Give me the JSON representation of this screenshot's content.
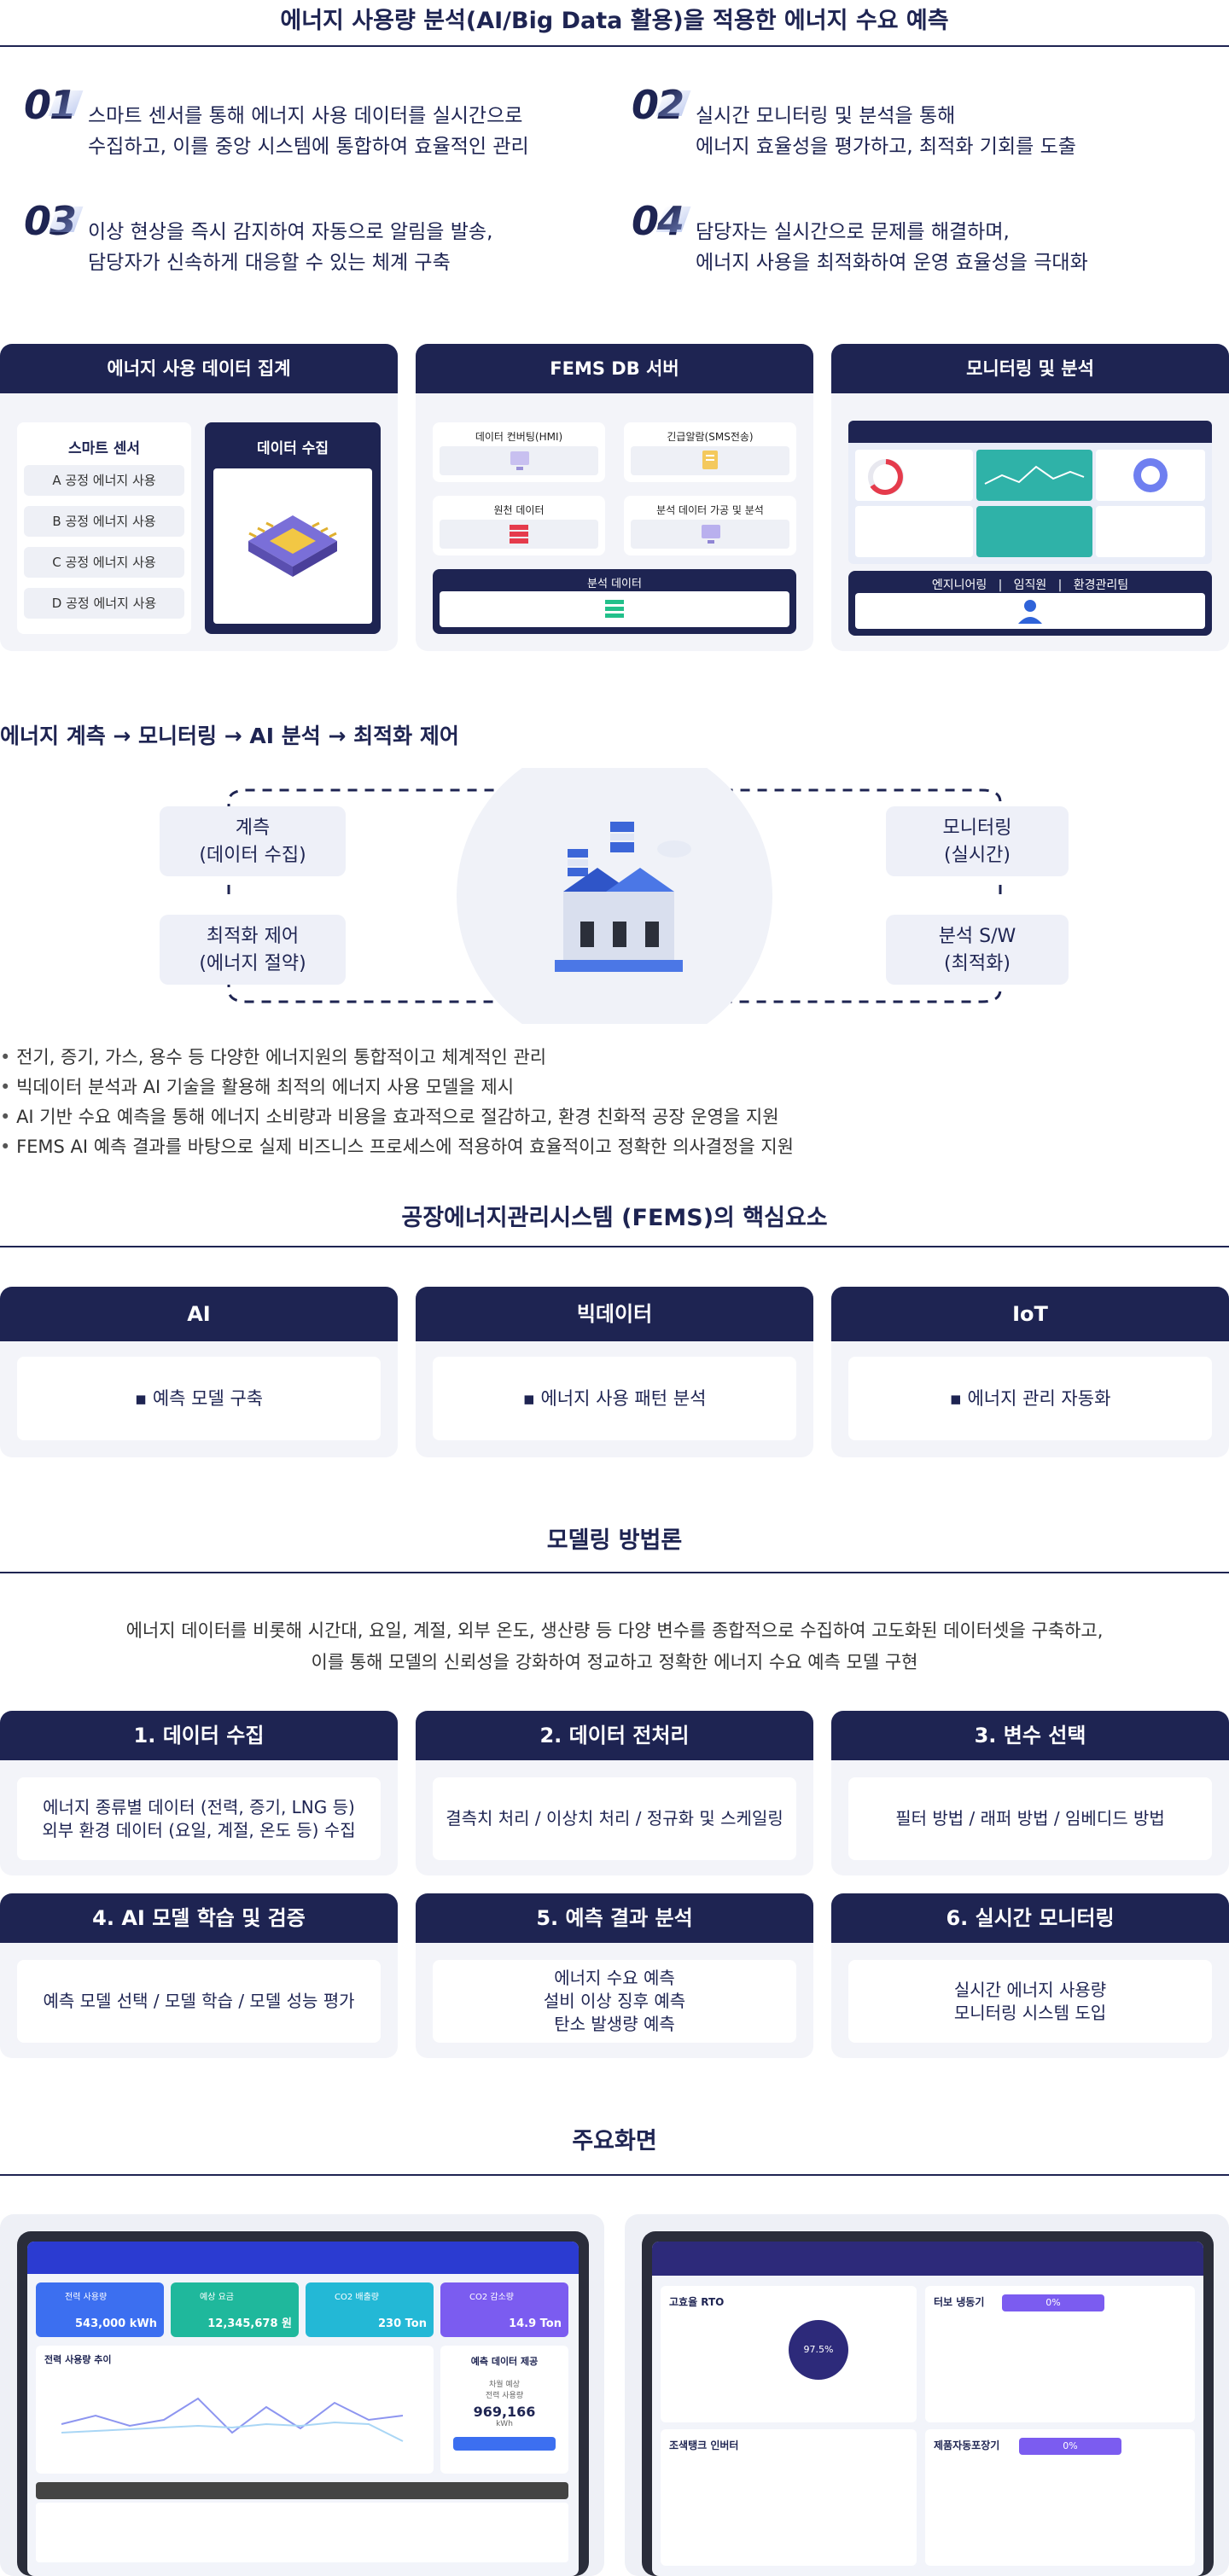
{
  "header": {
    "title": "에너지 사용량 분석(AI/Big Data 활용)을 적용한 에너지 수요 예측"
  },
  "steps": [
    {
      "num": "01",
      "line1": "스마트 센서를 통해 에너지 사용 데이터를 실시간으로",
      "line2": "수집하고, 이를 중앙 시스템에 통합하여 효율적인 관리"
    },
    {
      "num": "02",
      "line1": "실시간 모니터링 및 분석을 통해",
      "line2": "에너지 효율성을 평가하고, 최적화 기회를 도출"
    },
    {
      "num": "03",
      "line1": "이상 현상을 즉시 감지하여 자동으로 알림을 발송,",
      "line2": "담당자가 신속하게 대응할 수 있는 체계 구축"
    },
    {
      "num": "04",
      "line1": "담당자는 실시간으로 문제를 해결하며,",
      "line2": "에너지 사용을 최적화하여 운영 효율성을 극대화"
    }
  ],
  "arch": {
    "col1": {
      "title": "에너지 사용 데이터 집계",
      "sensor_title": "스마트 센서",
      "items": [
        "A 공정 에너지 사용",
        "B 공정 에너지 사용",
        "C 공정 에너지 사용",
        "D 공정 에너지 사용"
      ],
      "collect_title": "데이터 수집"
    },
    "col2": {
      "title": "FEMS DB 서버",
      "boxes": [
        "데이터 컨버팅(HMI)",
        "긴급알람(SMS전송)",
        "원천 데이터",
        "분석 데이터 가공 및 분석"
      ],
      "bottom": "분석 데이터"
    },
    "col3": {
      "title": "모니터링 및 분석",
      "roles": [
        "엔지니어링",
        "|",
        "임직원",
        "|",
        "환경관리팀"
      ]
    }
  },
  "flow": {
    "title": "에너지 계측 → 모니터링 → AI 분석 → 최적화 제어",
    "nodes": [
      {
        "l1": "계측",
        "l2": "(데이터 수집)"
      },
      {
        "l1": "모니터링",
        "l2": "(실시간)"
      },
      {
        "l1": "최적화 제어",
        "l2": "(에너지 절약)"
      },
      {
        "l1": "분석 S/W",
        "l2": "(최적화)"
      }
    ]
  },
  "bullets": [
    "전기, 증기, 가스, 용수 등 다양한 에너지원의 통합적이고 체계적인 관리",
    "빅데이터 분석과 AI 기술을 활용해 최적의 에너지 사용 모델을 제시",
    "AI 기반 수요 예측을 통해 에너지 소비량과 비용을 효과적으로 절감하고, 환경 친화적 공장 운영을 지원",
    "FEMS AI 예측 결과를 바탕으로 실제 비즈니스 프로세스에 적용하여 효율적이고 정확한 의사결정을 지원"
  ],
  "core": {
    "title": "공장에너지관리시스템 (FEMS)의 핵심요소",
    "items": [
      {
        "head": "AI",
        "body": "▪ 예측 모델 구축"
      },
      {
        "head": "빅데이터",
        "body": "▪ 에너지 사용 패턴 분석"
      },
      {
        "head": "IoT",
        "body": "▪ 에너지 관리 자동화"
      }
    ]
  },
  "method": {
    "title": "모델링 방법론",
    "desc1": "에너지 데이터를 비롯해 시간대, 요일, 계절, 외부 온도, 생산량 등 다양 변수를 종합적으로 수집하여 고도화된 데이터셋을 구축하고,",
    "desc2": "이를 통해 모델의 신뢰성을 강화하여 정교하고 정확한 에너지 수요 예측 모델 구현",
    "cards": [
      {
        "head": "1. 데이터 수집",
        "l1": "에너지 종류별 데이터 (전력, 증기, LNG 등)",
        "l2": "외부 환경 데이터 (요일, 계절, 온도 등) 수집",
        "l3": ""
      },
      {
        "head": "2. 데이터 전처리",
        "l1": "결측치 처리 / 이상치 처리 / 정규화 및 스케일링",
        "l2": "",
        "l3": ""
      },
      {
        "head": "3. 변수 선택",
        "l1": "필터 방법 / 래퍼 방법 / 임베디드 방법",
        "l2": "",
        "l3": ""
      },
      {
        "head": "4. AI 모델 학습 및 검증",
        "l1": "예측 모델 선택 / 모델 학습 / 모델 성능 평가",
        "l2": "",
        "l3": ""
      },
      {
        "head": "5. 예측 결과 분석",
        "l1": "에너지 수요 예측",
        "l2": "설비 이상 징후 예측",
        "l3": "탄소 발생량 예측"
      },
      {
        "head": "6. 실시간 모니터링",
        "l1": "실시간 에너지 사용량",
        "l2": "모니터링 시스템 도입",
        "l3": ""
      }
    ]
  },
  "screens": {
    "title": "주요화면",
    "left": {
      "kpis": [
        {
          "label": "전력 사용량",
          "value": "543,000 kWh"
        },
        {
          "label": "예상 요금",
          "value": "12,345,678 원"
        },
        {
          "label": "CO2 배출량",
          "value": "230 Ton"
        },
        {
          "label": "CO2 감소량",
          "value": "14.9 Ton"
        }
      ],
      "chart_title": "전력 사용량 추이",
      "pred_title": "예측 데이터 제공",
      "pred_sub1": "차월 예상",
      "pred_sub2": "전력 사용량",
      "pred_value": "969,166",
      "pred_unit": "kWh"
    },
    "right": {
      "p1": "고효율 RTO",
      "p1_val": "97.5%",
      "p2": "터보 냉동기",
      "p2_val": "0%",
      "p3": "조색탱크 인버터",
      "p4": "제품자동포장기",
      "p4_val": "0%"
    }
  },
  "colors": {
    "navy": "#1e2452",
    "card_bg": "#f3f4f9",
    "blue": "#2f63d9",
    "teal": "#22b8a0",
    "purple": "#7b5cf0"
  }
}
